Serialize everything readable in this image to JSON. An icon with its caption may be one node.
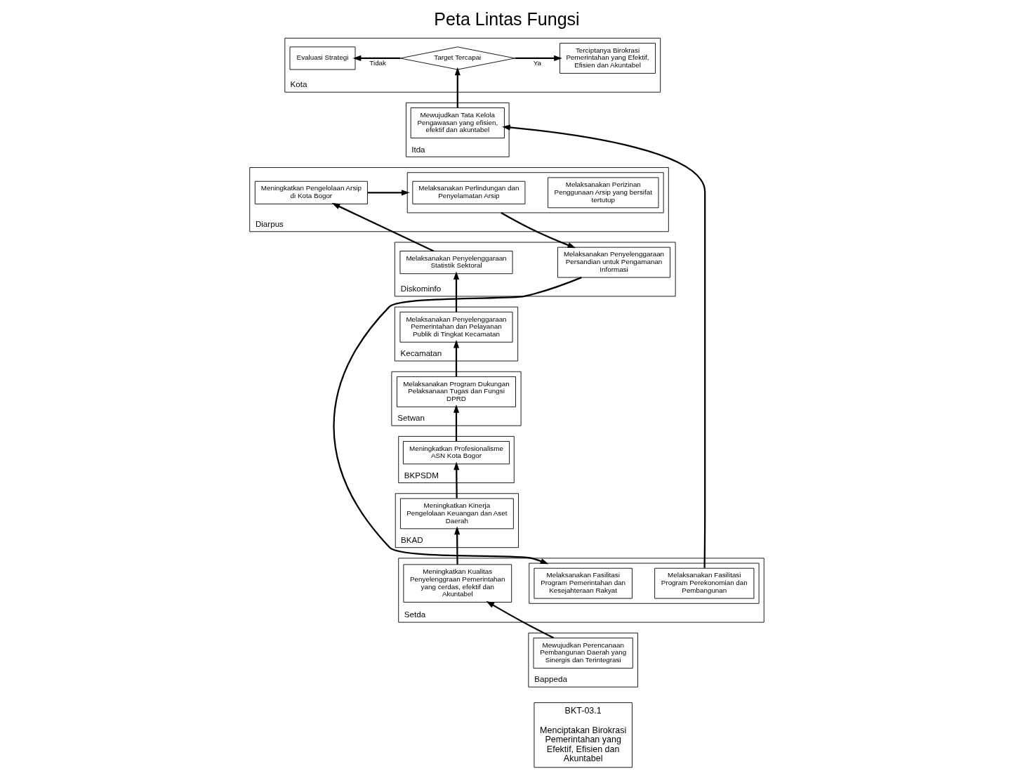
{
  "diagram": {
    "title": "Peta Lintas Fungsi",
    "nodes": [
      {
        "text": [
          "BKT-03.1",
          "Menciptakan Birokrasi Pemerintahan yang Efektif, Efisien dan Akuntabel"
        ]
      },
      {
        "text": [
          "Kota"
        ]
      },
      {
        "text": [
          "Evaluasi Strategi"
        ],
        "in": 1
      },
      {
        "text": [
          "Target Tercapai"
        ],
        "in": 1
      },
      {
        "text": [
          "Terciptanya Birokrasi Pemerintahan yang Efektif, Efisien dan Akuntabel"
        ],
        "in": 1
      },
      {
        "text": [
          "Itda"
        ]
      },
      {
        "text": [
          "Mewujudkan Tata Kelola Pengawasan yang efisien, efektif dan akuntabel"
        ],
        "in": 5
      },
      {
        "text": [
          "Diarpus"
        ]
      },
      {
        "text": [
          "Meningkatkan Pengelolaan Arsip di Kota Bogor"
        ],
        "in": 7
      },
      {
        "text": [],
        "shape": "box",
        "in": 7
      },
      {
        "text": [
          "Melaksanakan Perlindungan dan Penyelamatan Arsip"
        ],
        "in": 9
      },
      {
        "text": [
          "Melaksanakan Perizinan Penggunaan Arsip yang bersifat tertutup"
        ],
        "in": 9
      },
      {
        "text": [
          "Diskominfo"
        ]
      },
      {
        "text": [
          "Melaksanakan Penyelenggaraan Statistik Sektoral"
        ],
        "in": 12
      },
      {
        "text": [
          "Melaksanakan Penyelenggaraan Persandian untuk Pengamanan Informasi"
        ],
        "in": 12
      },
      {
        "text": [
          "Kecamatan"
        ]
      },
      {
        "text": [
          "Melaksanakan Penyelenggaraan Pemerintahan dan Pelayanan Publik di Tingkat Kecamatan"
        ],
        "in": 15
      },
      {
        "text": [
          "Setwan"
        ]
      },
      {
        "text": [
          "Melaksanakan Program Dukungan Pelaksanaan Tugas dan Fungsi DPRD"
        ],
        "in": 17
      },
      {
        "text": [
          "BKPSDM"
        ]
      },
      {
        "text": [
          "Meningkatkan Profesionalisme ASN Kota Bogor"
        ],
        "in": 19
      },
      {
        "text": [
          "BKAD"
        ]
      },
      {
        "text": [
          "Meningkatkan Kinerja Pengelolaan Keuangan dan Aset Daerah"
        ],
        "in": 21
      },
      {
        "text": [
          "Setda"
        ]
      },
      {
        "text": [
          "Meningkatkan Kualitas Penyelenggraan Pemerintahan yang cerdas, efektif dan Akuntabel"
        ],
        "in": 23
      },
      {
        "text": [],
        "shape": "box",
        "in": 23
      },
      {
        "text": [
          "Melaksanakan Fasilitasi Program Pemerintahan dan Kesejahteraan Rakyat"
        ],
        "in": 25
      },
      {
        "text": [
          "Melaksanakan Fasilitasi Program Perekonomian dan Pembangunan"
        ],
        "in": 25
      },
      {
        "text": [
          "Bappeda"
        ]
      },
      {
        "text": [
          "Mewujudkan Perencanaan Pembangunan Daerah yang Sinergis dan Terintegrasi"
        ],
        "in": 28
      }
    ],
    "edges": [
      {
        "from": 29,
        "to": 24,
        "arrow": "to"
      },
      {
        "from": 24,
        "to": 22,
        "arrow": "to"
      },
      {
        "from": 22,
        "to": 20,
        "arrow": "to"
      },
      {
        "from": 20,
        "to": 18,
        "arrow": "to"
      },
      {
        "from": 18,
        "to": 16,
        "arrow": "to"
      },
      {
        "from": 16,
        "to": 13,
        "arrow": "to"
      },
      {
        "from": 13,
        "to": 8,
        "arrow": "to"
      },
      {
        "from": 8,
        "to": 9,
        "arrow": "to"
      },
      {
        "from": 9,
        "to": 14,
        "arrow": "to"
      },
      {
        "from": 14,
        "to": 25,
        "arrow": "to"
      },
      {
        "from": 27,
        "to": 6,
        "arrow": "to"
      },
      {
        "from": 6,
        "to": 3,
        "arrow": "to"
      },
      {
        "from": 3,
        "to": 2,
        "arrow": "to",
        "label": "Tidak"
      },
      {
        "from": 3,
        "to": 4,
        "arrow": "to",
        "label": "Ya"
      }
    ]
  }
}
